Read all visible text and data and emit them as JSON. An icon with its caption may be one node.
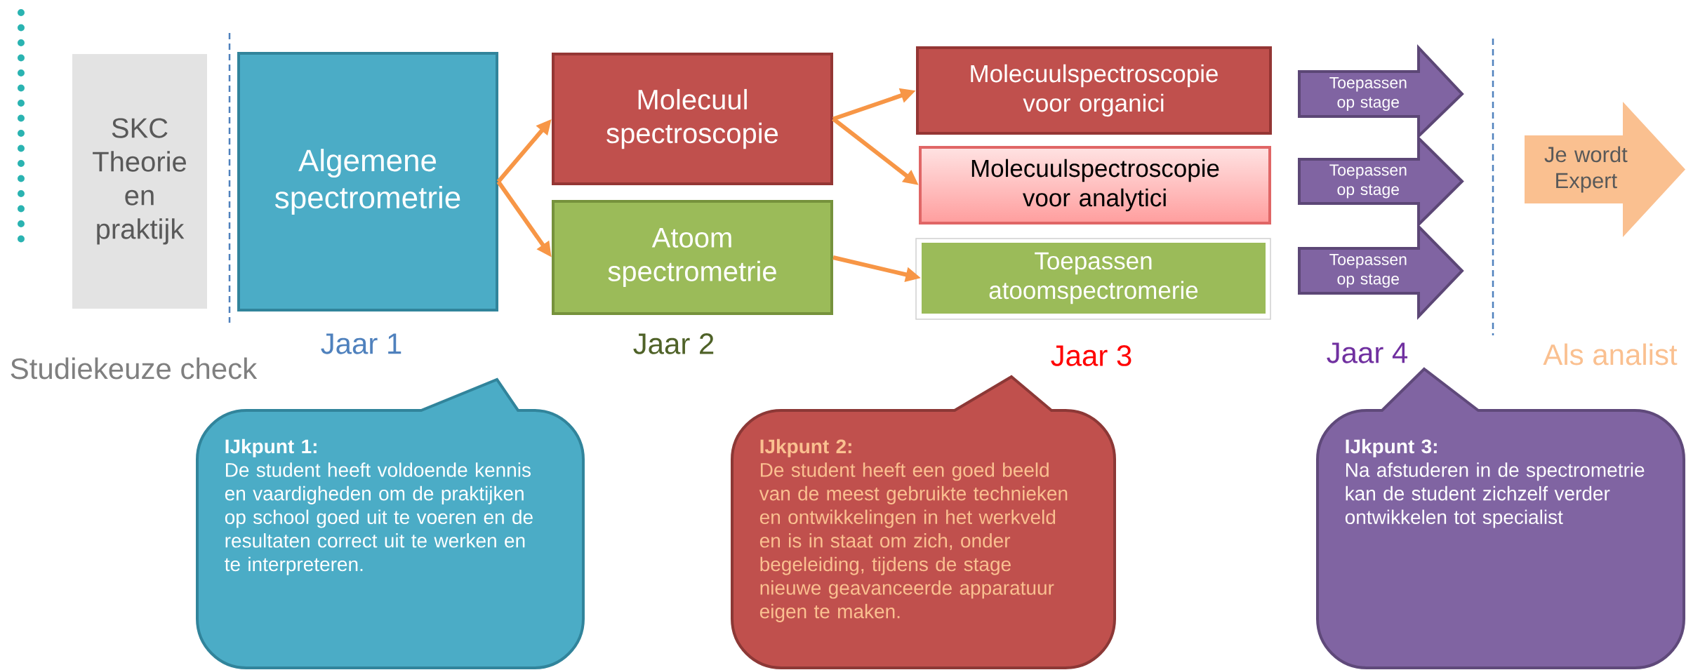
{
  "diagram": {
    "nodes": [
      {
        "text": [
          "SKC Theorie en praktijk"
        ]
      },
      {
        "text": [
          "Algemene spectrometrie"
        ]
      },
      {
        "text": [
          "Molecuul spectroscopie"
        ]
      },
      {
        "text": [
          "Atoom spectrometrie"
        ]
      },
      {
        "text": [
          "Molecuulspectroscopie voor organici"
        ]
      },
      {
        "text": [
          "Molecuulspectroscopie voor analytici"
        ]
      },
      {
        "text": [
          "Toepassen atoomspectromerie"
        ]
      },
      {
        "text": [
          "Toepassen op stage"
        ]
      },
      {
        "text": [
          "Toepassen op stage"
        ]
      },
      {
        "text": [
          "Toepassen op stage"
        ]
      },
      {
        "text": [
          "Je wordt Expert"
        ]
      },
      {
        "text": [
          "IJkpunt 1:",
          "De student heeft voldoende kennis en vaardigheden om de praktijken op school goed uit te voeren en de resultaten correct uit te werken en te interpreteren."
        ]
      },
      {
        "text": [
          "IJkpunt 2:",
          "De student heeft een goed beeld van de meest gebruikte technieken en ontwikkelingen in het werkveld en is in staat om zich, onder begeleiding, tijdens de stage nieuwe geavanceerde apparatuur eigen te maken."
        ]
      },
      {
        "text": [
          "IJkpunt 3:",
          "Na afstuderen in de spectrometrie kan de student zichzelf verder ontwikkelen tot specialist"
        ]
      }
    ],
    "edges": [
      {
        "from": 1,
        "to": 2,
        "arrow": "to"
      },
      {
        "from": 1,
        "to": 3,
        "arrow": "to"
      },
      {
        "from": 2,
        "to": 4,
        "arrow": "to"
      },
      {
        "from": 2,
        "to": 5,
        "arrow": "to"
      },
      {
        "from": 3,
        "to": 6,
        "arrow": "to"
      }
    ],
    "labels": [
      "Jaar 1",
      "Jaar 2",
      "Jaar 3",
      "Jaar 4",
      "Als analist",
      "Studiekeuze check"
    ]
  }
}
